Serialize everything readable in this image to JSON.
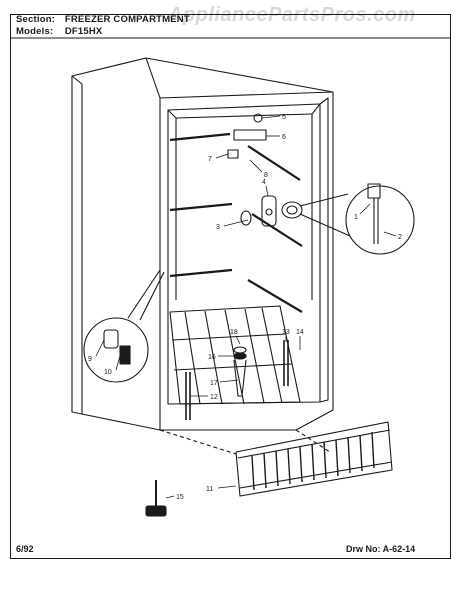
{
  "header": {
    "section_label": "Section:",
    "section_value": "FREEZER COMPARTMENT",
    "models_label": "Models:",
    "models_value": "DF15HX"
  },
  "watermark": "AppliancePartsPros.com",
  "footer": {
    "date": "6/92",
    "drawing_number": "Drw No:  A-62-14"
  },
  "callouts": [
    "1",
    "2",
    "3",
    "4",
    "5",
    "6",
    "7",
    "8",
    "9",
    "10",
    "11",
    "12",
    "13",
    "14",
    "15",
    "16",
    "17",
    "18"
  ]
}
